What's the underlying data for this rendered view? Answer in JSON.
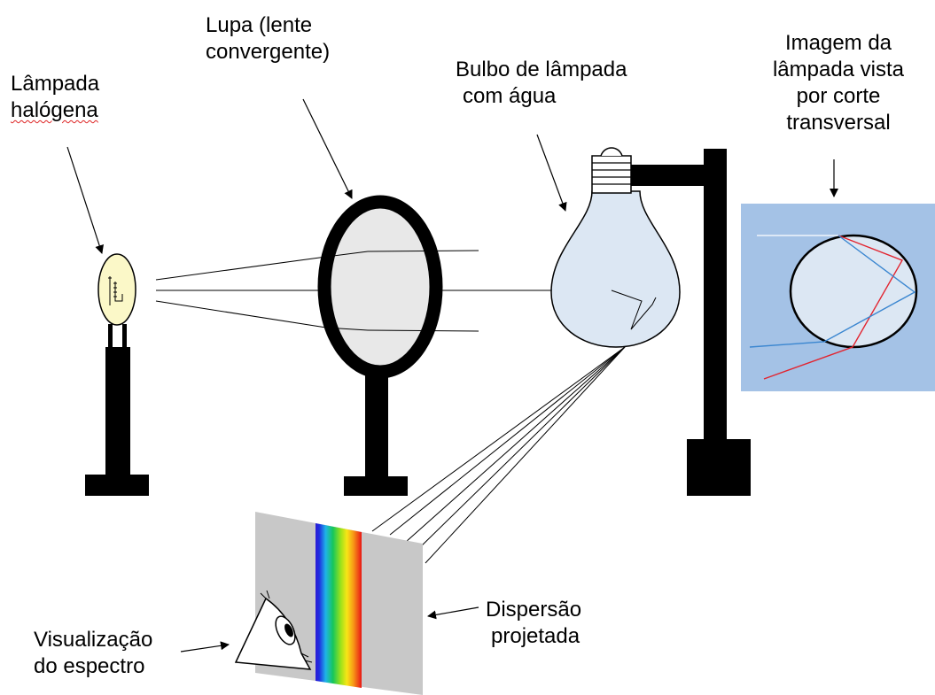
{
  "labels": {
    "halogen_lamp": {
      "line1": "Lâmpada",
      "line2": "halógena"
    },
    "magnifier": {
      "line1": "Lupa (lente",
      "line2": "convergente)"
    },
    "water_bulb": {
      "line1": "Bulbo de lâmpada",
      "line2": "com água"
    },
    "cross_section": {
      "line1": "Imagem da",
      "line2": "lâmpada vista",
      "line3": "por corte",
      "line4": "transversal"
    },
    "viewer": {
      "line1": "Visualização",
      "line2": "do espectro"
    },
    "projection": {
      "line1": "Dispersão",
      "line2": "projetada"
    }
  },
  "colors": {
    "stand": "#000000",
    "lamp_glass": "#fbf8c8",
    "lens_glass": "#e8e8e8",
    "bulb_glass": "#dce7f3",
    "cross_section_bg": "#a4c2e6",
    "cross_section_circle": "#dce7f3",
    "screen": "#c8c8c8",
    "ray_red": "#e2242f",
    "ray_blue": "#3a86d0"
  },
  "icons": {
    "eye": "eye-icon",
    "bulb": "light-bulb-icon",
    "lamp": "halogen-lamp-icon",
    "lens": "magnifying-lens-icon"
  }
}
